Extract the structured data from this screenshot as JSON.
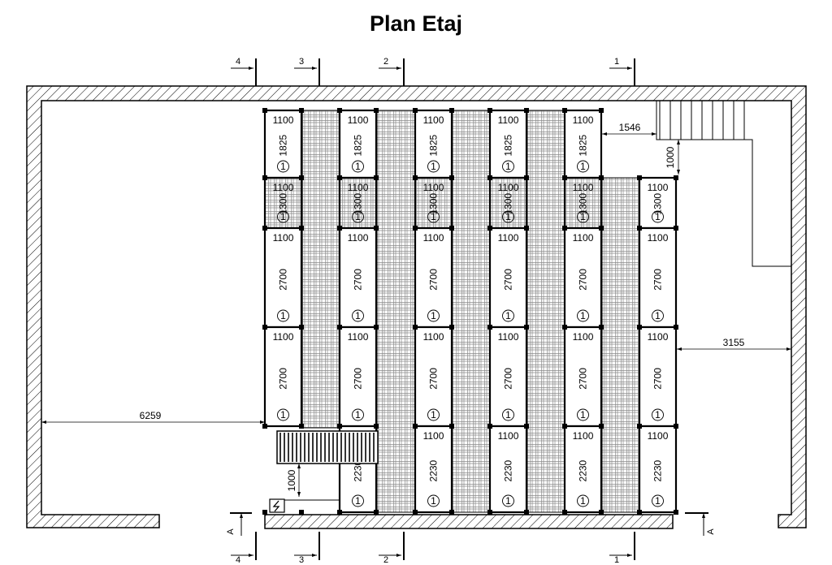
{
  "title": "Plan Etaj",
  "axes": [
    "4",
    "3",
    "2",
    "1"
  ],
  "section_label": "A",
  "dimensions": {
    "left_clearance": "6259",
    "right_clearance": "3155",
    "stair_offset": "1546",
    "stair_depth": "1000",
    "lower_gap": "1000"
  },
  "cell_symbol": "1",
  "columns": [
    {
      "cells": [
        {
          "w": "1100",
          "h": "1825"
        },
        {
          "w": "1100",
          "h": "1300",
          "hatched": true
        },
        {
          "w": "1100",
          "h": "2700"
        },
        {
          "w": "1100",
          "h": "2700"
        }
      ]
    },
    {
      "cells": [
        {
          "w": "1100",
          "h": "1825"
        },
        {
          "w": "1100",
          "h": "1300",
          "hatched": true
        },
        {
          "w": "1100",
          "h": "2700"
        },
        {
          "w": "1100",
          "h": "2700"
        },
        {
          "w": "",
          "h": "2230"
        }
      ]
    },
    {
      "cells": [
        {
          "w": "1100",
          "h": "1825"
        },
        {
          "w": "1100",
          "h": "1300",
          "hatched": true
        },
        {
          "w": "1100",
          "h": "2700"
        },
        {
          "w": "1100",
          "h": "2700"
        },
        {
          "w": "1100",
          "h": "2230"
        }
      ]
    },
    {
      "cells": [
        {
          "w": "1100",
          "h": "1825"
        },
        {
          "w": "1100",
          "h": "1300",
          "hatched": true
        },
        {
          "w": "1100",
          "h": "2700"
        },
        {
          "w": "1100",
          "h": "2700"
        },
        {
          "w": "1100",
          "h": "2230"
        }
      ]
    },
    {
      "cells": [
        {
          "w": "1100",
          "h": "1825"
        },
        {
          "w": "1100",
          "h": "1300",
          "hatched": true
        },
        {
          "w": "1100",
          "h": "2700"
        },
        {
          "w": "1100",
          "h": "2700"
        },
        {
          "w": "1100",
          "h": "2230"
        }
      ]
    },
    {
      "cells": [
        {
          "w": "1100",
          "h": "1300"
        },
        {
          "w": "1100",
          "h": "2700"
        },
        {
          "w": "1100",
          "h": "2700"
        },
        {
          "w": "1100",
          "h": "2230"
        }
      ]
    }
  ],
  "colors": {
    "line": "#000000",
    "background": "#ffffff",
    "grate": "#888888"
  }
}
